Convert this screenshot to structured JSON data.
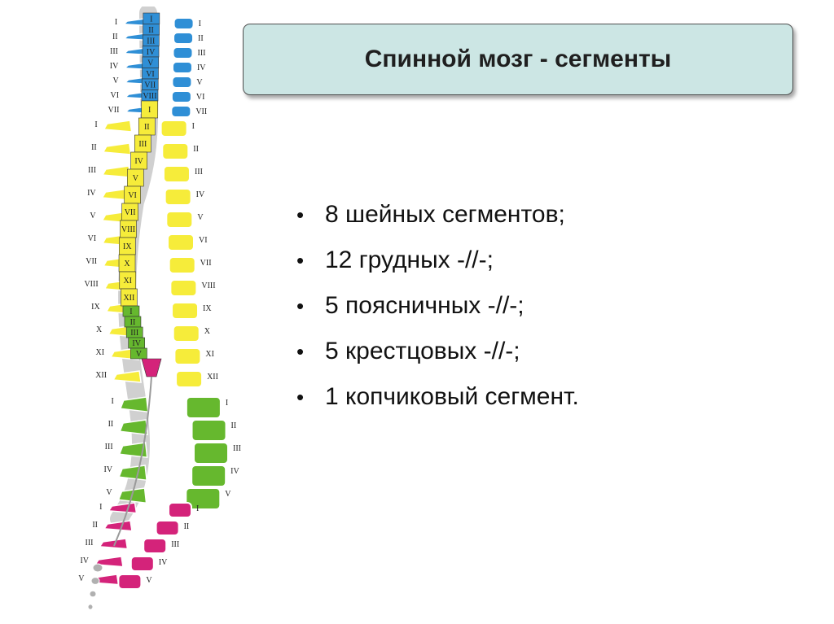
{
  "title": "Спинной мозг - сегменты",
  "bullets": [
    "8 шейных сегментов;",
    "12 грудных -//-;",
    "5 поясничных -//-;",
    "5 крестцовых -//-;",
    "1 копчиковый сегмент."
  ],
  "bullet_symbol": "•",
  "colors": {
    "cervical": "#2f8fd6",
    "thoracic": "#f6ec3a",
    "lumbar": "#66b82e",
    "sacral": "#d4237a",
    "coccygeal": "#b0b0b0",
    "title_box": "#cce6e4"
  },
  "spine": {
    "left_labels": [
      "I",
      "II",
      "III",
      "IV",
      "V",
      "VI",
      "VII",
      "I",
      "II",
      "III",
      "IV",
      "V",
      "VI",
      "VII",
      "VIII",
      "IX",
      "X",
      "XI",
      "XII",
      "I",
      "II",
      "III",
      "IV",
      "V",
      "I",
      "II",
      "III",
      "IV",
      "V"
    ],
    "cord_labels": [
      "I",
      "II",
      "III",
      "IV",
      "V",
      "VI",
      "VII",
      "VIII",
      "I",
      "II",
      "III",
      "IV",
      "V",
      "VI",
      "VII",
      "VIII",
      "IX",
      "X",
      "XI",
      "XII",
      "I",
      "II",
      "III",
      "IV",
      "V"
    ],
    "right_labels": [
      "I",
      "II",
      "III",
      "IV",
      "V",
      "VI",
      "VII",
      "I",
      "II",
      "III",
      "IV",
      "V",
      "VI",
      "VII",
      "VIII",
      "IX",
      "X",
      "XI",
      "XII",
      "I",
      "II",
      "III",
      "IV",
      "V",
      "I",
      "II",
      "III",
      "IV",
      "V"
    ]
  }
}
